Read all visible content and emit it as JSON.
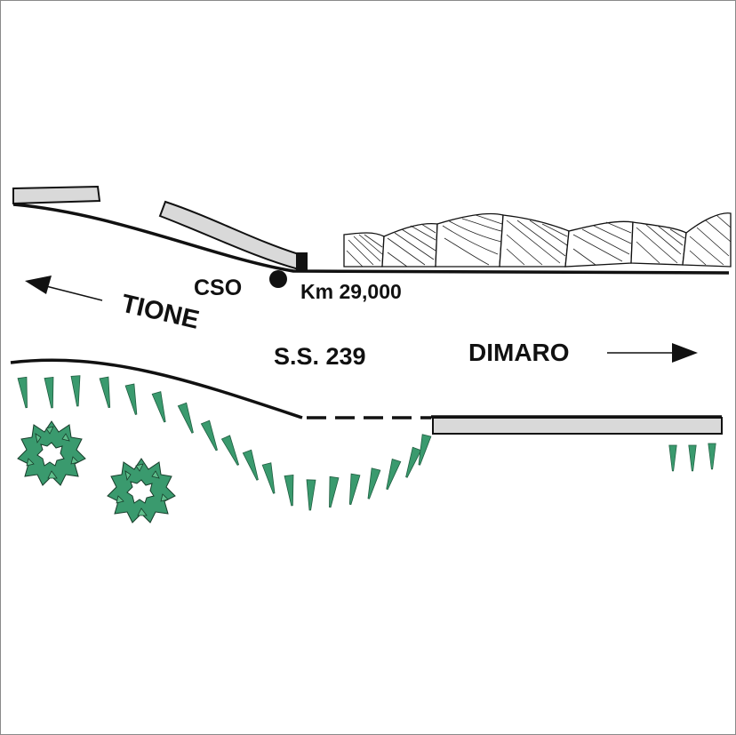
{
  "labels": {
    "cso": "CSO",
    "km": "Km 29,000",
    "tione": "TIONE",
    "road": "S.S. 239",
    "dimaro": "DIMARO"
  },
  "colors": {
    "line": "#111111",
    "guardrail_fill": "#d9d9d9",
    "vegetation": "#3a9a6e",
    "hatch": "#222222",
    "border": "#8a8a8a"
  },
  "icons": {
    "station": "filled-circle-icon",
    "arrow_left": "arrow-left-icon",
    "arrow_right": "arrow-right-icon",
    "tree": "shrub-icon",
    "grass": "grass-spike-icon",
    "rock": "hatched-rock-icon"
  }
}
